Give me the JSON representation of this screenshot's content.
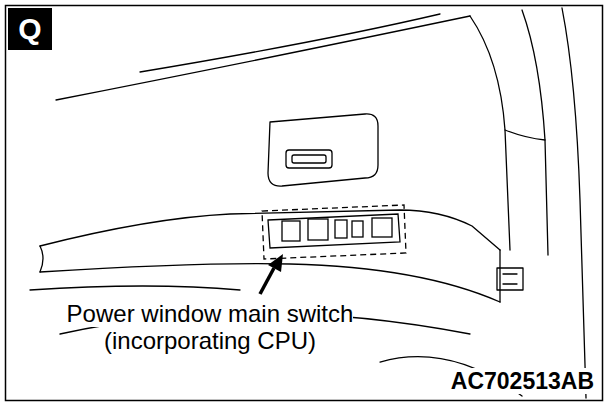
{
  "diagram": {
    "nodes": [
      {
        "text": [
          "Q"
        ]
      }
    ],
    "labels": [
      "Power window main switch (incorporating CPU)",
      "AC702513AB"
    ]
  }
}
